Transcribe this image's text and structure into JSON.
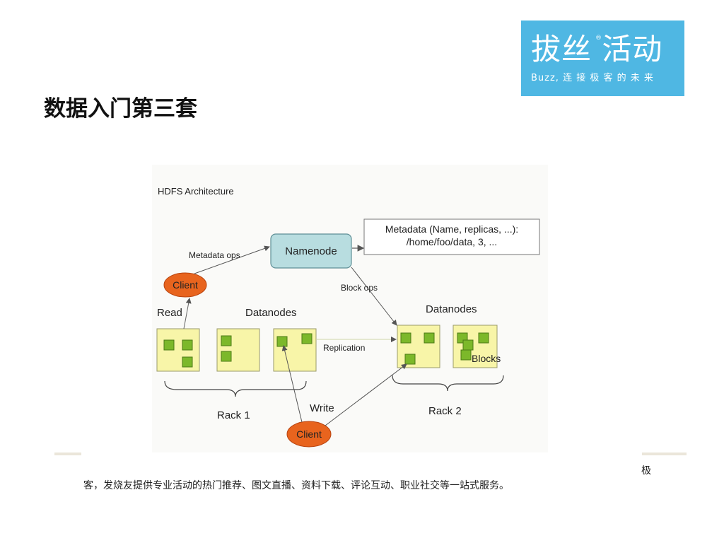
{
  "logo": {
    "title": "拔丝 活动",
    "registered": "®",
    "subtitle": "Buzz, 连 接 极 客 的 未 来"
  },
  "page": {
    "title": "数据入门第三套"
  },
  "diagram": {
    "title": "HDFS Architecture",
    "namenode": "Namenode",
    "metadata_line1": "Metadata (Name, replicas, ...):",
    "metadata_line2": "/home/foo/data, 3, ...",
    "metadata_ops": "Metadata ops",
    "block_ops": "Block ops",
    "client_read": "Client",
    "client_write": "Client",
    "read": "Read",
    "write": "Write",
    "datanodes_left": "Datanodes",
    "datanodes_right": "Datanodes",
    "replication": "Replication",
    "blocks": "Blocks",
    "rack1": "Rack 1",
    "rack2": "Rack 2",
    "colors": {
      "namenode_fill": "#b8dde0",
      "client_fill": "#e8641e",
      "datanode_fill": "#f8f5a8",
      "block_fill": "#7cb82a"
    }
  },
  "footer": {
    "line1": "极",
    "line2": "客，发烧友提供专业活动的热门推荐、图文直播、资料下载、评论互动、职业社交等一站式服务。"
  }
}
